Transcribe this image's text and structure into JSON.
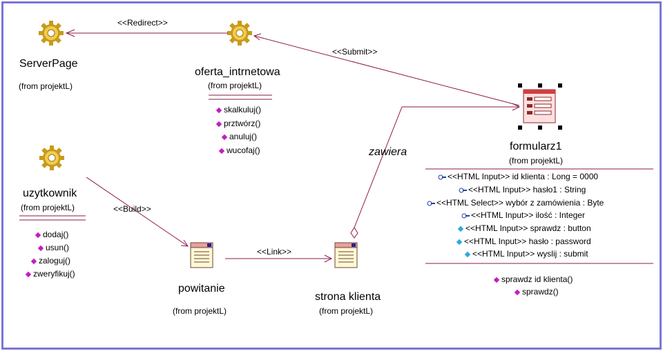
{
  "nodes": {
    "serverpage": {
      "name": "ServerPage",
      "from": "(from projektL)"
    },
    "oferta": {
      "name": "oferta_intrnetowa",
      "from": "(from projektL)",
      "ops": [
        "skalkuluj()",
        "prztwórz()",
        "anuluj()",
        "wucofaj()"
      ]
    },
    "uzytkownik": {
      "name": "uzytkownik",
      "from": "(from projektL)",
      "ops": [
        "dodaj()",
        "usun()",
        "zaloguj()",
        "zweryfikuj()"
      ]
    },
    "powitanie": {
      "name": "powitanie",
      "from": "(from projektL)"
    },
    "strona": {
      "name": "strona klienta",
      "from": "(from projektL)"
    },
    "formularz": {
      "name": "formularz1",
      "from": "(from projektL)",
      "attrs": [
        "<<HTML Input>> id klienta : Long = 0000",
        "<<HTML Input>> hasło1 : String",
        "<<HTML Select>> wybór z zamówienia : Byte",
        "<<HTML Input>> ilość : Integer",
        "<<HTML Input>> sprawdz : button",
        "<<HTML Input>> hasło : password",
        "<<HTML Input>> wyslij : submit"
      ],
      "ops": [
        "sprawdz id klienta()",
        "sprawdz()"
      ]
    }
  },
  "relations": {
    "redirect": "<<Redirect>>",
    "submit": "<<Submit>>",
    "build": "<<Build>>",
    "link": "<<Link>>",
    "zawiera": "zawiera"
  }
}
